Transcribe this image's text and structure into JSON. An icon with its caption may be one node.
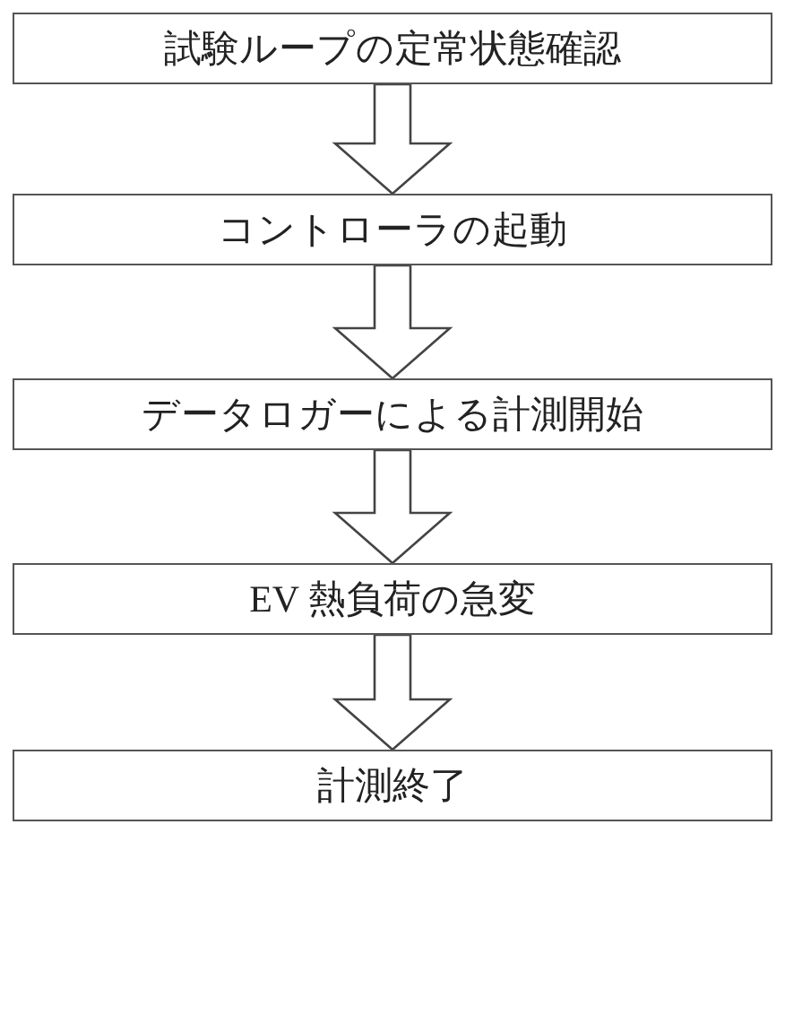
{
  "diagram": {
    "nodes": [
      {
        "text": [
          "試験ループの定常状態確認"
        ]
      },
      {
        "text": [
          "コントローラの起動"
        ]
      },
      {
        "text": [
          "データロガーによる計測開始"
        ]
      },
      {
        "text": [
          "EV 熱負荷の急変"
        ]
      },
      {
        "text": [
          "計測終了"
        ]
      }
    ],
    "edges": [
      {
        "from": 0,
        "to": 1,
        "arrow": "to"
      },
      {
        "from": 1,
        "to": 2,
        "arrow": "to"
      },
      {
        "from": 2,
        "to": 3,
        "arrow": "to"
      },
      {
        "from": 3,
        "to": 4,
        "arrow": "to"
      }
    ]
  }
}
